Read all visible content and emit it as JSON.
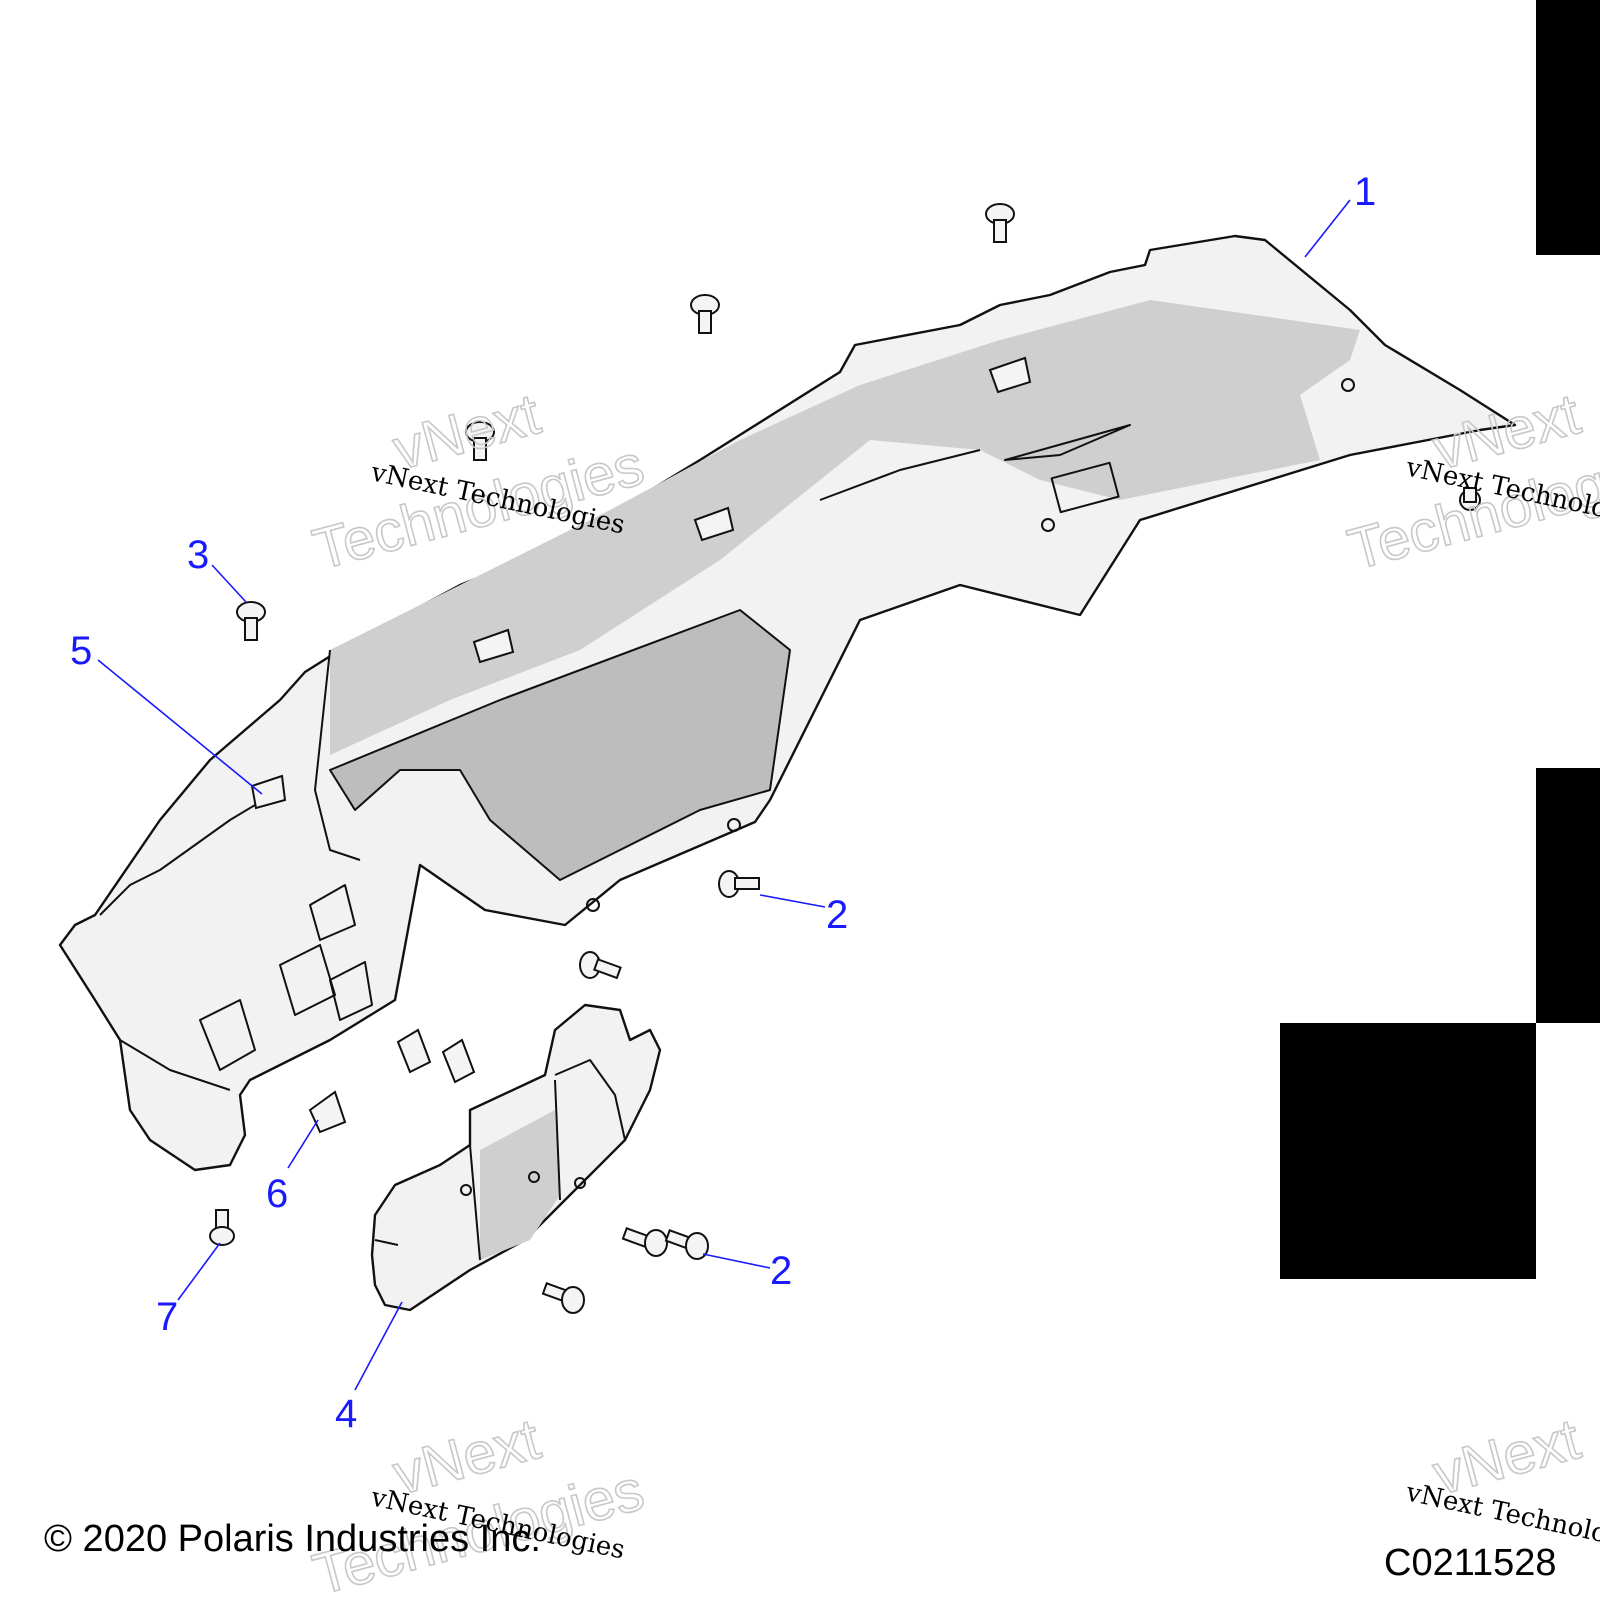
{
  "copyright": "© 2020 Polaris Industries Inc.",
  "figure_code": "C0211528",
  "watermark": {
    "small": "vNext Technologies",
    "big_line1": "vNext",
    "big_line2": "Technologies"
  },
  "callouts": [
    "1",
    "2",
    "2",
    "3",
    "4",
    "5",
    "6",
    "7"
  ]
}
